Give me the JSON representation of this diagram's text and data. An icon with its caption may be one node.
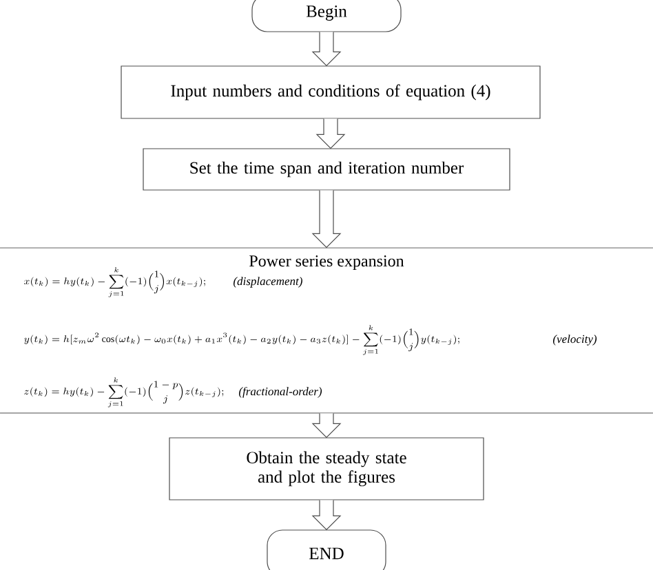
{
  "diagram": {
    "nodes": [
      {
        "text": [
          "Begin"
        ]
      },
      {
        "text": [
          "Input numbers and conditions of equation (4)"
        ]
      },
      {
        "text": [
          "Set the time span and iteration number"
        ]
      },
      {
        "text": [
          "Power series expansion",
          "x(t_k) = hy(t_k) - \\sum\\limits_{j=1}^{k}(-1)\\binom{1}{j}x(t_{k-j});",
          "(displacement)",
          "y(t_k) = h[z_m\\omega^2\\cos(\\omega t_k) - \\omega_0 x(t_k) + a_1x^3(t_k) - a_2y(t_k) - a_3z(t_k)] - \\sum\\limits_{j=1}^{k}(-1)\\binom{1}{j}y(t_{k-j});",
          "(velocity)",
          "z(t_k) = hy(t_k) - \\sum\\limits_{j=1}^{k}(-1)\\binom{1-p}{j}z(t_{k-j});",
          "(fractional-order)"
        ]
      },
      {
        "text": [
          "Obtain the steady state and plot the figures"
        ]
      },
      {
        "text": [
          "END"
        ]
      }
    ],
    "edges": [
      {
        "from": 0,
        "to": 1,
        "arrow": "to"
      },
      {
        "from": 1,
        "to": 2,
        "arrow": "to"
      },
      {
        "from": 2,
        "to": 3,
        "arrow": "to"
      },
      {
        "from": 3,
        "to": 4,
        "arrow": "to"
      },
      {
        "from": 4,
        "to": 5,
        "arrow": "to"
      }
    ]
  }
}
